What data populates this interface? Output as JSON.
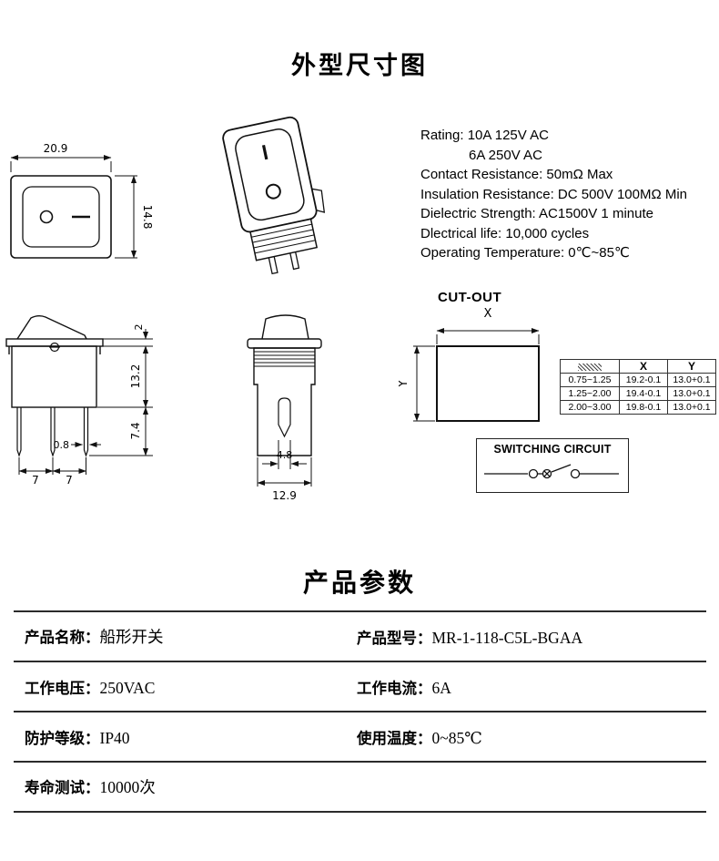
{
  "titles": {
    "outline": "外型尺寸图",
    "params": "产品参数"
  },
  "ratings": {
    "lines": [
      "Rating: 10A 125V AC",
      "6A 250V AC",
      "Contact Resistance: 50mΩ Max",
      "Insulation Resistance: DC 500V 100MΩ Min",
      "Dielectric Strength: AC1500V 1 minute",
      "Dlectrical life: 10,000 cycles",
      "Operating Temperature: 0℃~85℃"
    ]
  },
  "dims": {
    "front_width": "20.9",
    "front_height": "14.8",
    "flange_height": "2",
    "body_height": "13.2",
    "pin_length": "7.4",
    "pin_width": "0.8",
    "pin_pitch_left": "7",
    "pin_pitch_right": "7",
    "slot_width": "4.8",
    "body_width": "12.9"
  },
  "cutout": {
    "label": "CUT-OUT",
    "x_label": "X",
    "y_label": "Y",
    "table": {
      "col_x": "X",
      "col_y": "Y",
      "rows": [
        [
          "0.75~1.25",
          "19.2-0.1",
          "13.0+0.1"
        ],
        [
          "1.25~2.00",
          "19.4-0.1",
          "13.0+0.1"
        ],
        [
          "2.00~3.00",
          "19.8-0.1",
          "13.0+0.1"
        ]
      ]
    }
  },
  "circuit": {
    "title": "SWITCHING CIRCUIT"
  },
  "params": {
    "rows": [
      {
        "left_label": "产品名称：",
        "left_value": "船形开关",
        "right_label": "产品型号：",
        "right_value": "MR-1-118-C5L-BGAA"
      },
      {
        "left_label": "工作电压：",
        "left_value": "250VAC",
        "right_label": "工作电流：",
        "right_value": "6A"
      },
      {
        "left_label": "防护等级：",
        "left_value": "IP40",
        "right_label": "使用温度：",
        "right_value": "0~85℃"
      },
      {
        "left_label": "寿命测试：",
        "left_value": "10000次",
        "right_label": "",
        "right_value": ""
      }
    ]
  }
}
